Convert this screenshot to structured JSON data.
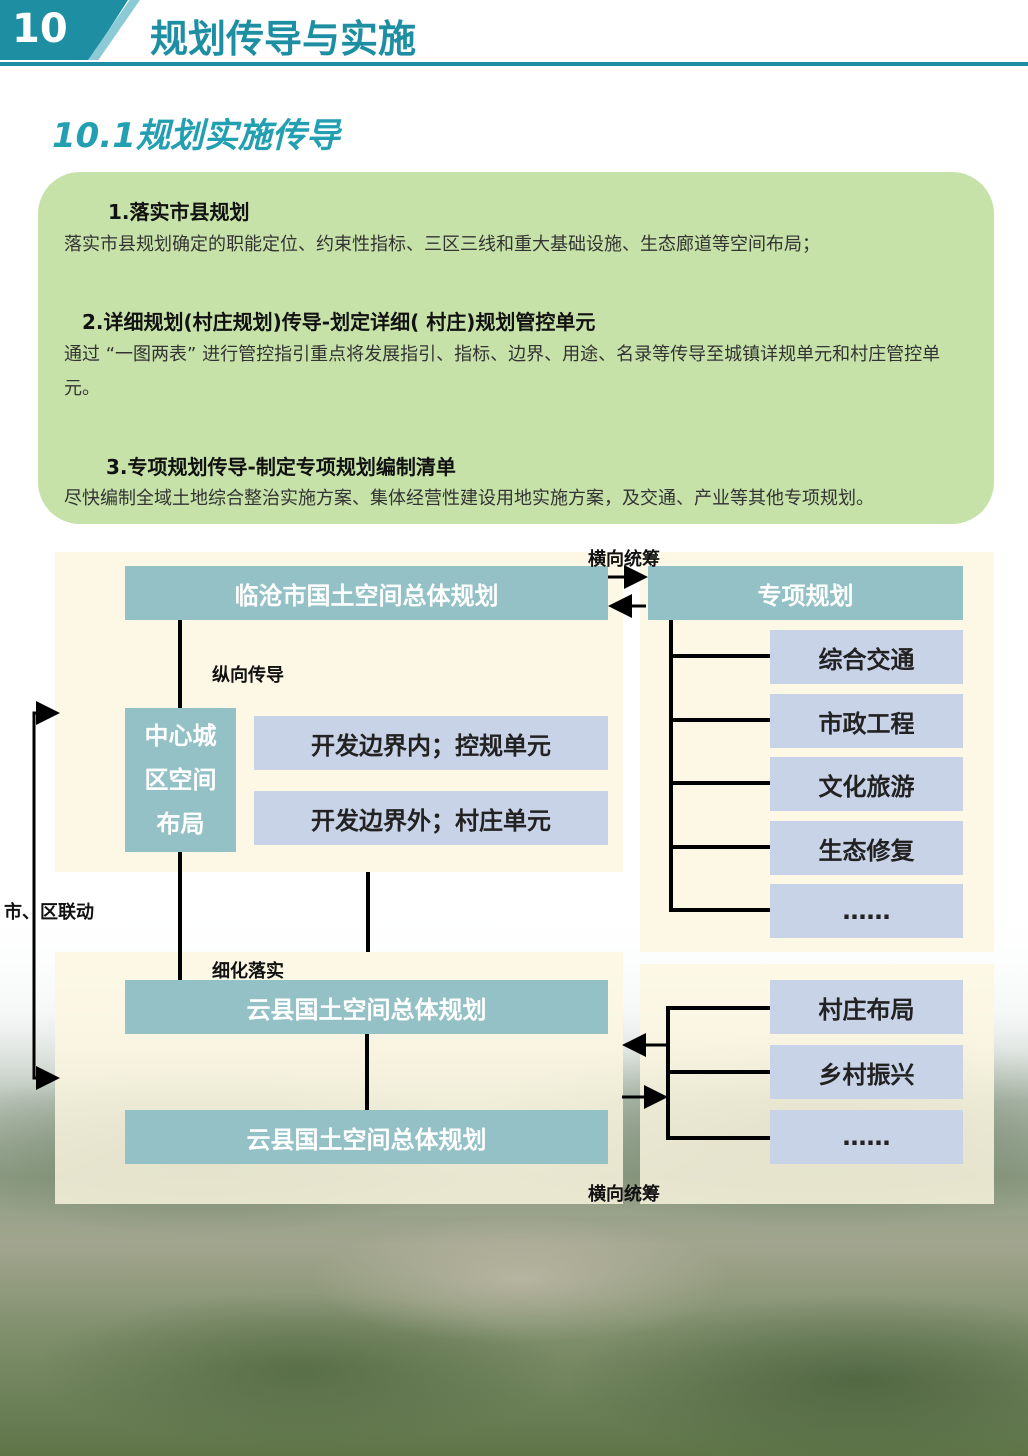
{
  "header": {
    "chapter_number": "10",
    "title": "规划传导与实施"
  },
  "section_title": "10.1规划实施传导",
  "items": [
    {
      "heading": "1.落实市县规划",
      "body": "落实市县规划确定的职能定位、约束性指标、三区三线和重大基础设施、生态廊道等空间布局；"
    },
    {
      "heading": "2.详细规划(村庄规划)传导-划定详细( 村庄)规划管控单元",
      "body": "通过 “一图两表” 进行管控指引重点将发展指引、指标、边界、用途、名录等传导至城镇详规单元和村庄管控单元。"
    },
    {
      "heading": "3.专项规划传导-制定专项规划编制清单",
      "body": "尽快编制全域土地综合整治实施方案、集体经营性建设用地实施方案，及交通、产业等其他专项规划。"
    }
  ],
  "diagram": {
    "city_plan": "临沧市国土空间总体规划",
    "special_plan": "专项规划",
    "center_layout": "中心城区空间布局",
    "inside_boundary": "开发边界内；控规单元",
    "outside_boundary": "开发边界外；村庄单元",
    "special_items": [
      "综合交通",
      "市政工程",
      "文化旅游",
      "生态修复",
      "……"
    ],
    "county_plan_1": "云县国土空间总体规划",
    "county_plan_2": "云县国土空间总体规划",
    "village_items": [
      "村庄布局",
      "乡村振兴",
      "……"
    ],
    "labels": {
      "horizontal_top": "横向统筹",
      "vertical": "纵向传导",
      "linkage": "市、区联动",
      "refine": "细化落实",
      "horizontal_bottom": "横向统筹"
    }
  }
}
